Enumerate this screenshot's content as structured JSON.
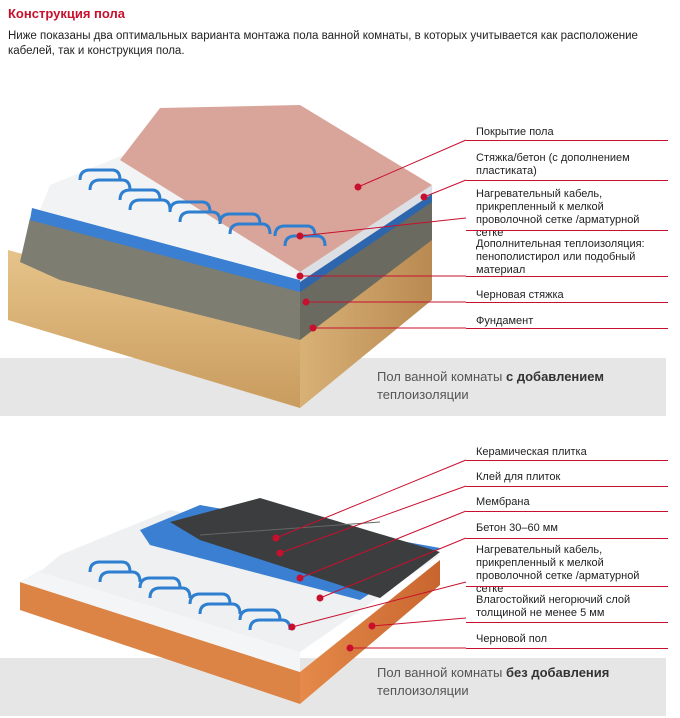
{
  "header": {
    "title": "Конструкция пола",
    "intro": "Ниже показаны два оптимальных варианта монтажа пола ванной комнаты, в которых учитывается как расположение кабелей, так и конструкция пола."
  },
  "diagram1": {
    "labels": [
      "Покрытие пола",
      "Стяжка/бетон (с дополнением пластиката)",
      "Нагревательный кабель, прикрепленный к мелкой проволочной сетке /арматурной сетке",
      "Дополнительная теплоизоляция: пенополистирол или подобный материал",
      "Черновая стяжка",
      "Фундамент"
    ],
    "caption_prefix": "Пол ванной комнаты",
    "caption_bold": "с добавлением",
    "caption_suffix": "теплоизоляции"
  },
  "diagram2": {
    "labels": [
      "Керамическая плитка",
      "Клей для плиток",
      "Мембрана",
      "Бетон 30–60 мм",
      "Нагревательный кабель, прикрепленный к мелкой проволочной сетке /арматурной сетке",
      "Влагостойкий негорючий слой толщиной не менее 5 мм",
      "Черновой пол"
    ],
    "caption_prefix": "Пол ванной комнаты",
    "caption_bold": "без добавления",
    "caption_suffix": "теплоизоляции"
  },
  "colors": {
    "accent": "#c8102e",
    "cable": "#2f7fd0",
    "insulation": "#3a7fd1",
    "sand": "#d9b47a",
    "screed": "#7d7d72",
    "top_cover": "#d9a59a",
    "tile": "#3b3d3e",
    "wood": "#d9773d"
  }
}
